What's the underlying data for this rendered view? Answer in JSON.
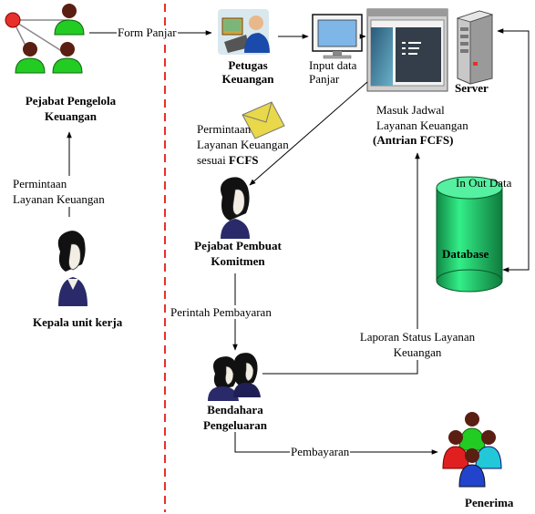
{
  "actors": {
    "pejabat_pengelola": "Pejabat Pengelola\nKeuangan",
    "kepala_unit": "Kepala unit kerja",
    "petugas": "Petugas\nKeuangan",
    "server": "Server",
    "ppk": "Pejabat Pembuat\nKomitmen",
    "bendahara": "Bendahara\nPengeluaran",
    "penerima": "Penerima",
    "database": "Database"
  },
  "flows": {
    "form_panjar": "Form Panjar",
    "permintaan_kepala": "Permintaan\nLayanan Keuangan",
    "input_data": "Input data\nPanjar",
    "masuk_jadwal": "Masuk Jadwal\nLayanan Keuangan",
    "antrian": "(Antrian FCFS)",
    "permintaan_fcfs_pre": "Permintaan\nLayanan Keuangan\nsesuai ",
    "permintaan_fcfs_bold": "FCFS",
    "in_out": "In Out Data",
    "perintah": "Perintah Pembayaran",
    "laporan": "Laporan Status Layanan\nKeuangan",
    "pembayaran": "Pembayaran"
  },
  "colors": {
    "divider": "#e8302a",
    "network_node_red": "#e8302a",
    "person_green": "#22cc22",
    "database_green": "#22cc66",
    "envelope": "#e8d84a"
  }
}
